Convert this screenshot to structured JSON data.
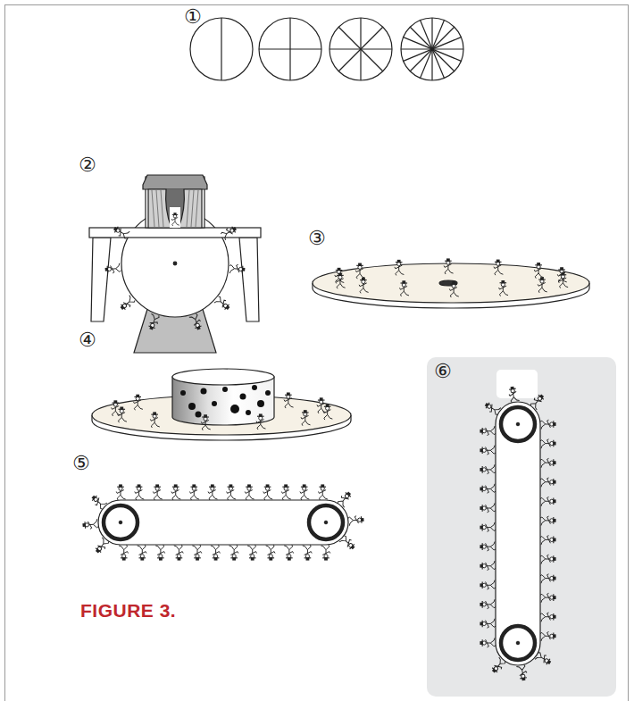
{
  "diagram": {
    "caption": "FIGURE 3.",
    "labels": [
      "①",
      "②",
      "③",
      "④",
      "⑤",
      "⑥"
    ]
  }
}
